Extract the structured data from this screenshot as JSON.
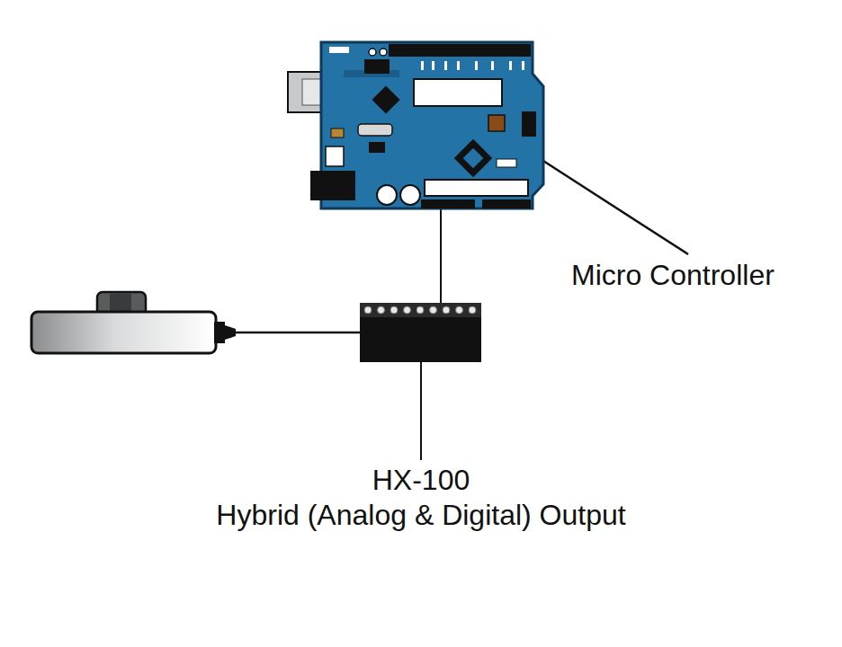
{
  "diagram": {
    "labels": [
      "Micro Controller",
      "HX-100",
      "Hybrid (Analog & Digital) Output"
    ]
  }
}
